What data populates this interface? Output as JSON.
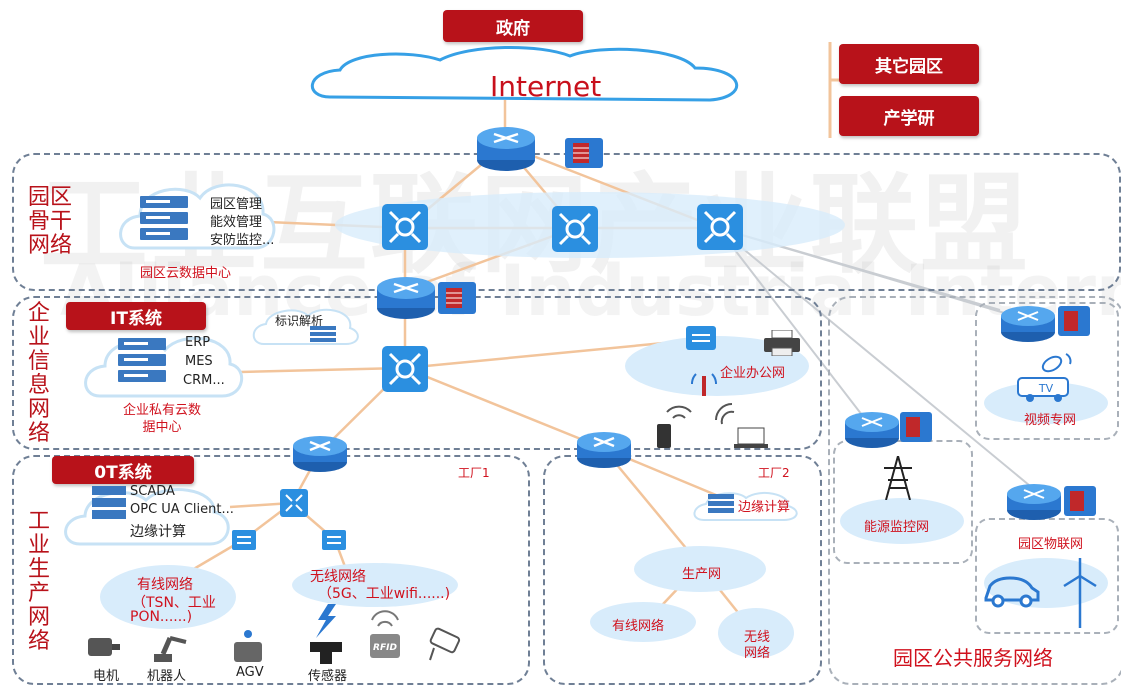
{
  "watermark": {
    "cn": "工业互联网产业联盟",
    "en": "Alliance of Industrial Internet"
  },
  "top": {
    "gov": "政府",
    "internet": "Internet",
    "other_park": "其它园区",
    "industry": "产学研"
  },
  "backbone": {
    "label": "园区骨干网络",
    "dc_items": [
      "园区管理",
      "能效管理",
      "安防监控..."
    ],
    "dc_caption": "园区云数据中心"
  },
  "enterprise": {
    "label": "企业信息网络",
    "it_badge": "IT系统",
    "id_resolve": "标识解析",
    "apps": [
      "ERP",
      "MES",
      "CRM..."
    ],
    "cloud_caption": "企业私有云数据中心",
    "office": "企业办公网"
  },
  "production": {
    "label": "工业生产网络",
    "ot_badge": "0T系统",
    "factory1": "工厂1",
    "factory2": "工厂2",
    "ot_apps": [
      "SCADA",
      "OPC UA Client...",
      "边缘计算"
    ],
    "wired": [
      "有线网络",
      "（TSN、工业",
      "PON......)"
    ],
    "wireless": [
      "无线网络",
      "（5G、工业wifi......)"
    ],
    "devices": [
      "电机",
      "机器人",
      "AGV",
      "传感器"
    ],
    "rfid": "RFID",
    "edge2": "边缘计算",
    "prod_net": "生产网",
    "wired2": "有线网络",
    "wireless2": [
      "无线",
      "网络"
    ]
  },
  "public": {
    "label": "园区公共服务网络",
    "video": "视频专网",
    "tv": "TV",
    "energy": "能源监控网",
    "iot": "园区物联网"
  }
}
